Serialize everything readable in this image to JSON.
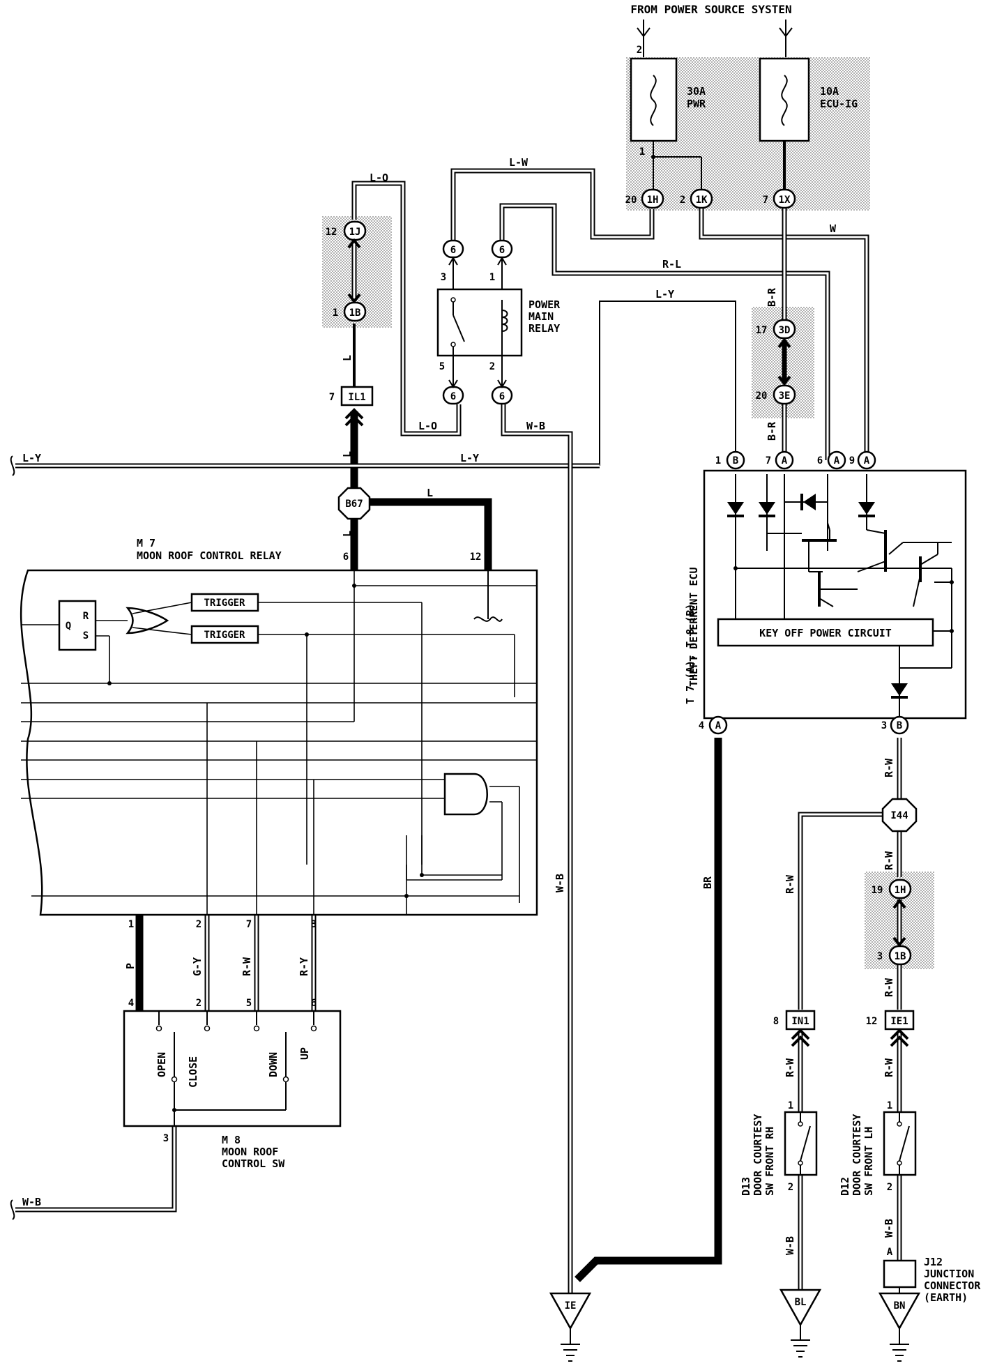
{
  "header": {
    "source": "FROM POWER SOURCE SYSTEN"
  },
  "fuses": {
    "pwr": {
      "line1": "30A",
      "line2": "PWR",
      "pin_in": "2",
      "pin_out": "1"
    },
    "ecu": {
      "line1": "10A",
      "line2": "ECU-IG"
    }
  },
  "connectors": {
    "c1H": {
      "pin": "20",
      "code": "1H"
    },
    "c1K": {
      "pin": "2",
      "code": "1K"
    },
    "c1X": {
      "pin": "7",
      "code": "1X"
    },
    "c1J": {
      "pin": "12",
      "code": "1J"
    },
    "c1B": {
      "pin": "1",
      "code": "1B"
    },
    "cIL1": {
      "pin": "7",
      "code": "IL1"
    },
    "c3D": {
      "pin": "17",
      "code": "3D"
    },
    "c3E": {
      "pin": "20",
      "code": "3E"
    },
    "r3": {
      "code": "6",
      "pin": "3"
    },
    "r1": {
      "code": "6",
      "pin": "1"
    },
    "r5": {
      "code": "6",
      "pin": "5"
    },
    "r2": {
      "code": "6",
      "pin": "2"
    },
    "ecuB1": {
      "pin": "1",
      "code": "B"
    },
    "ecuA7": {
      "pin": "7",
      "code": "A"
    },
    "ecuA6": {
      "pin": "6",
      "code": "A"
    },
    "ecuA9": {
      "pin": "9",
      "code": "A"
    },
    "ecuA4": {
      "pin": "4",
      "code": "A"
    },
    "ecuB3": {
      "pin": "3",
      "code": "B"
    },
    "cI1H": {
      "pin": "19",
      "code": "1H"
    },
    "cI1B": {
      "pin": "3",
      "code": "1B"
    },
    "cIN1": {
      "pin": "8",
      "code": "IN1"
    },
    "cIE1": {
      "pin": "12",
      "code": "IE1"
    }
  },
  "junctions": {
    "b67": "B67",
    "i44": "I44"
  },
  "grounds": {
    "ie": "IE",
    "bl": "BL",
    "bn": "BN"
  },
  "wires": {
    "LO_top": "L-O",
    "LW": "L-W",
    "W": "W",
    "RL": "R-L",
    "LY_top": "L-Y",
    "BR_1": "B-R",
    "BR_2": "B-R",
    "L_1": "L",
    "L_2": "L",
    "L_3": "L",
    "L_4": "L",
    "LO_bot": "L-O",
    "WB_mid": "W-B",
    "LY_left": "L-Y",
    "LY_mid": "L-Y",
    "WB_long": "W-B",
    "BR_ecu": "BR",
    "RW_1": "R-W",
    "RW_2": "R-W",
    "RW_3": "R-W",
    "RW_4": "R-W",
    "RW_5": "R-W",
    "RW_6": "R-W",
    "P": "P",
    "GY": "G-Y",
    "RW_sw": "R-W",
    "RY": "R-Y",
    "WB_left": "W-B",
    "WB_d13": "W-B",
    "WB_d12": "W-B"
  },
  "relay": {
    "line1": "POWER",
    "line2": "MAIN",
    "line3": "RELAY"
  },
  "ecu": {
    "code": "T 7 (A), T 8 (B)",
    "name": "THEFT DETERRENT ECU",
    "circuit": "KEY OFF POWER CIRCUIT"
  },
  "moon_relay": {
    "code": "M 7",
    "name": "MOON ROOF CONTROL RELAY",
    "trigger1": "TRIGGER",
    "trigger2": "TRIGGER",
    "ff_q": "Q",
    "ff_r": "R",
    "ff_s": "S",
    "pin6": "6",
    "pin12": "12",
    "pin1": "1",
    "pin2": "2",
    "pin7": "7",
    "pin3": "3"
  },
  "moon_sw": {
    "code": "M 8",
    "line1": "MOON ROOF",
    "line2": "CONTROL SW",
    "open": "OPEN",
    "close": "CLOSE",
    "down": "DOWN",
    "up": "UP",
    "pin4": "4",
    "pin2": "2",
    "pin5": "5",
    "pin6": "6",
    "pin3": "3"
  },
  "door_rh": {
    "code": "D13",
    "line1": "DOOR COURTESY",
    "line2": "SW FRONT RH",
    "pin1": "1",
    "pin2": "2"
  },
  "door_lh": {
    "code": "D12",
    "line1": "DOOR COURTESY",
    "line2": "SW FRONT LH",
    "pin1": "1",
    "pin2": "2"
  },
  "junction_conn": {
    "code": "J12",
    "line1": "JUNCTION",
    "line2": "CONNECTOR",
    "line3": "(EARTH)",
    "pin": "A"
  }
}
